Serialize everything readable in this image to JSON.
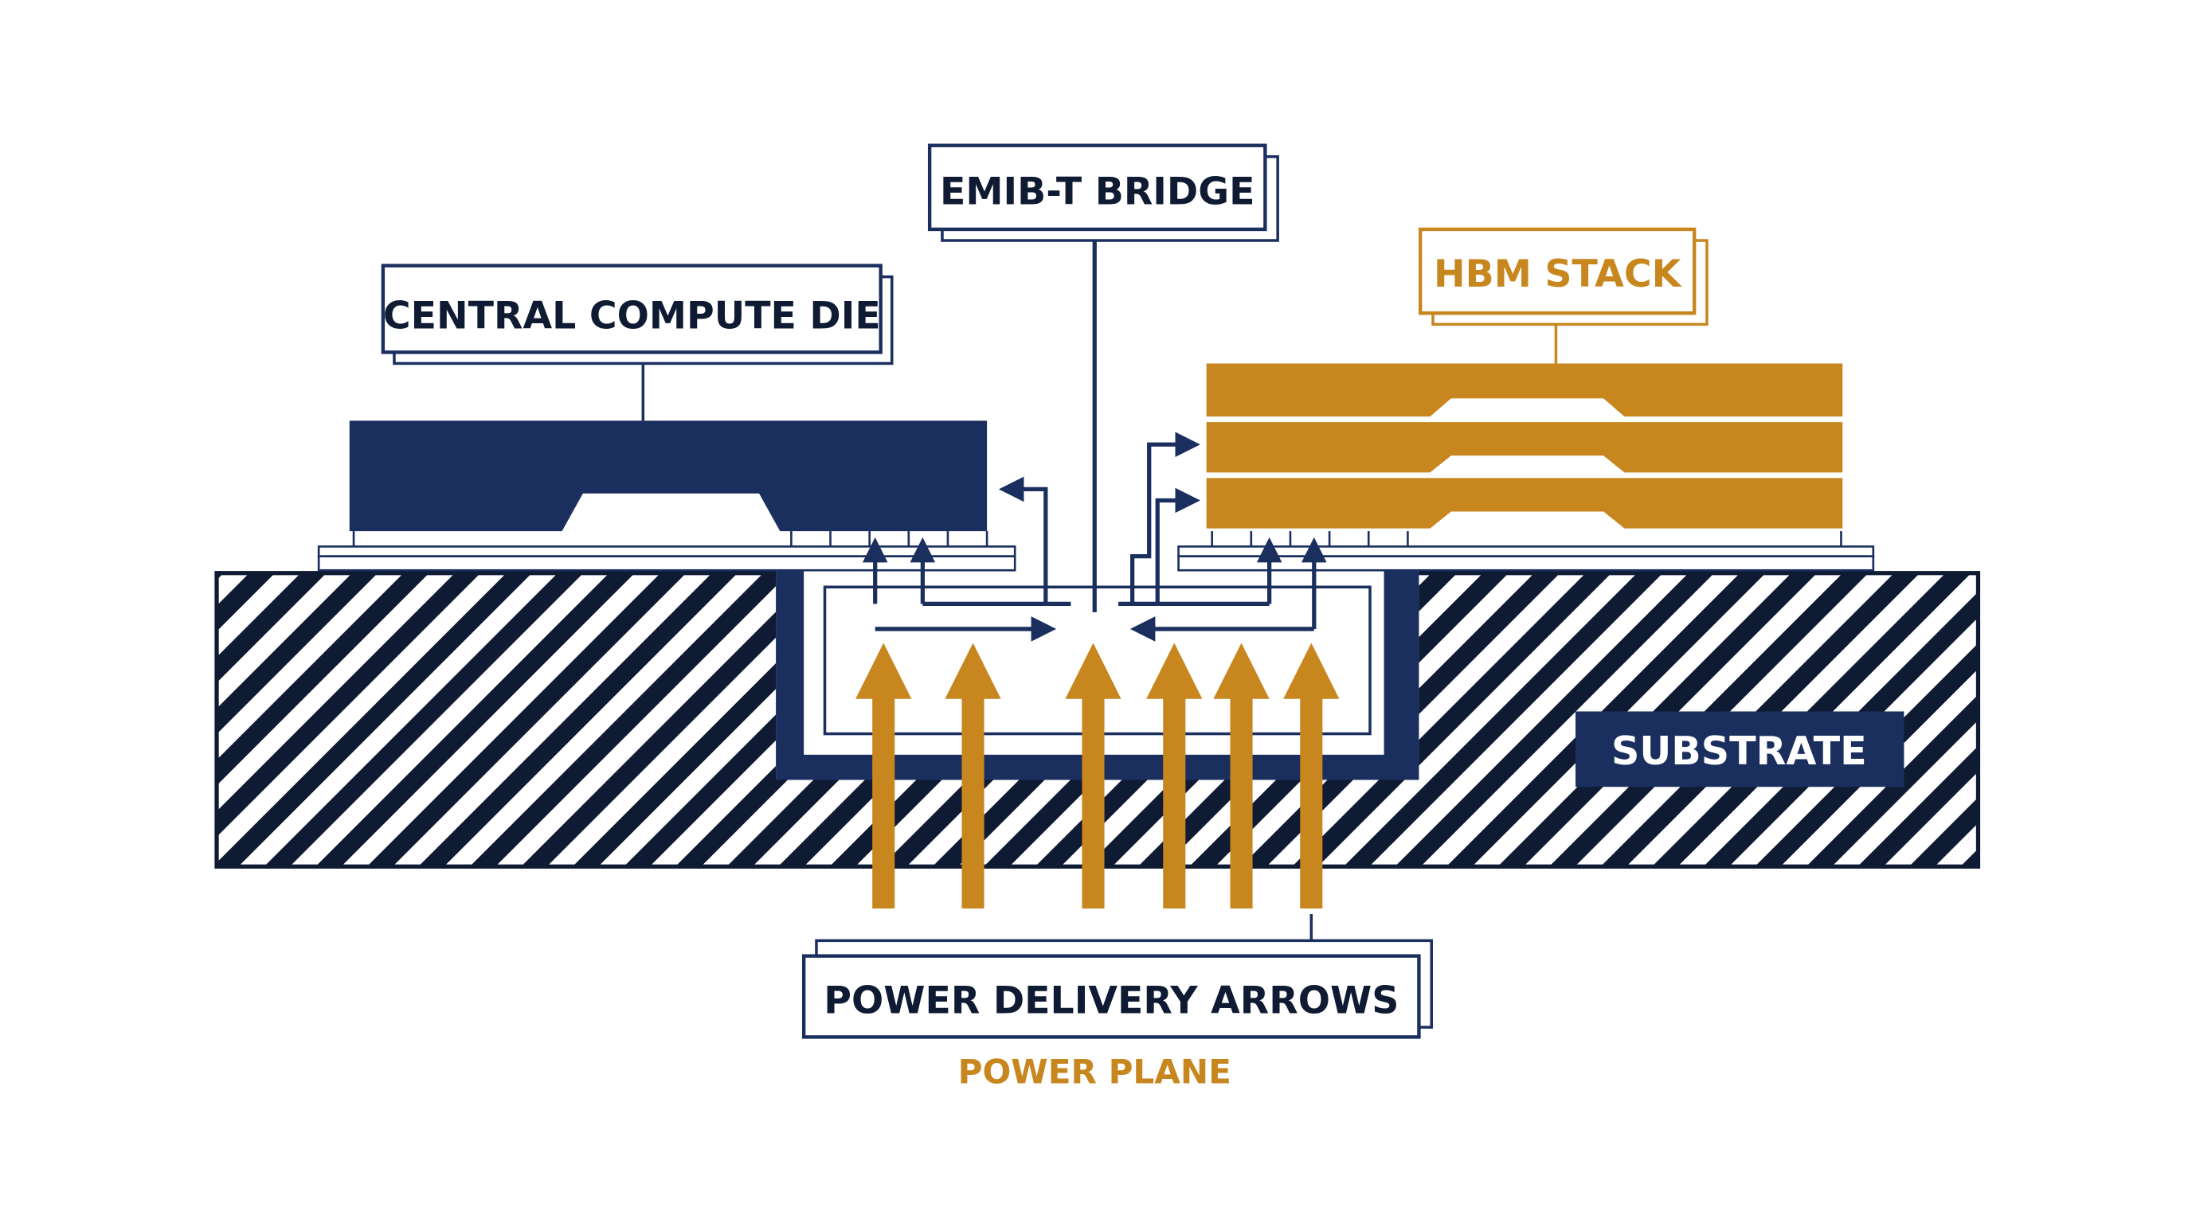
{
  "labels": {
    "central_die": "CENTRAL COMPUTE DIE",
    "emib_bridge": "EMIB-T BRIDGE",
    "hbm_stack": "HBM STACK",
    "substrate": "SUBSTRATE",
    "power_arrows": "POWER DELIVERY ARROWS",
    "power_plane": "POWER PLANE"
  },
  "colors": {
    "navy": "#1b2f5e",
    "gold": "#c8861f",
    "background": "#ffffff"
  }
}
